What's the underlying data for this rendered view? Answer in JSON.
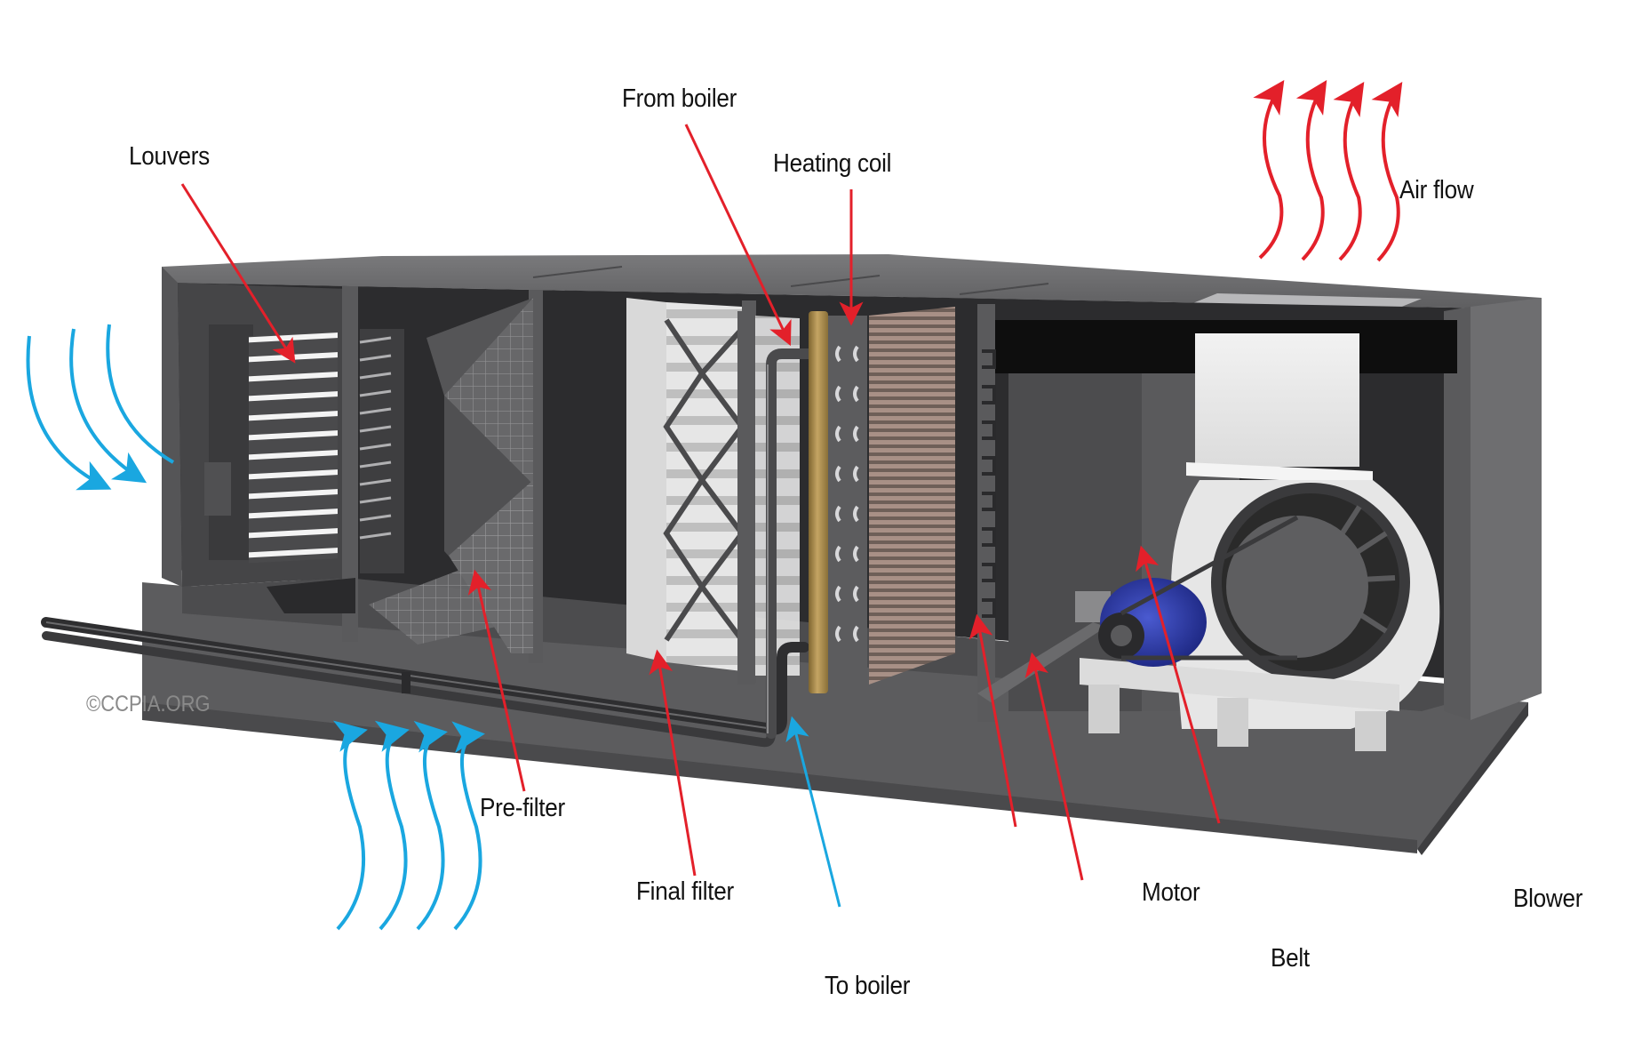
{
  "diagram": {
    "subject": "Air handling unit cutaway",
    "watermark": "©CCPIA.ORG",
    "colors": {
      "callout_arrow": "#e3202a",
      "water_return_arrow": "#1aa7e0",
      "intake_air_arrow": "#1aa7e0",
      "exhaust_air_arrow": "#e3202a",
      "cabinet": "#5a5a5c",
      "cabinet_dark": "#3a3a3c",
      "coil_header": "#a8884a",
      "coil_fins": "#8c7b72",
      "filter_frame": "#d8d8d8",
      "blower": "#e9e9e9",
      "motor": "#2b3a9c"
    },
    "labels": {
      "louvers": "Louvers",
      "from_boiler": "From boiler",
      "heating_coil": "Heating coil",
      "air_flow": "Air flow",
      "pre_filter": "Pre-filter",
      "final_filter": "Final filter",
      "to_boiler": "To boiler",
      "motor": "Motor",
      "belt": "Belt",
      "blower": "Blower"
    },
    "components": [
      {
        "id": "louvers",
        "label": "Louvers",
        "arrow_color": "red"
      },
      {
        "id": "pre_filter",
        "label": "Pre-filter",
        "arrow_color": "red"
      },
      {
        "id": "final_filter",
        "label": "Final filter",
        "arrow_color": "red"
      },
      {
        "id": "from_boiler",
        "label": "From boiler",
        "arrow_color": "red"
      },
      {
        "id": "heating_coil",
        "label": "Heating coil",
        "arrow_color": "red"
      },
      {
        "id": "to_boiler",
        "label": "To boiler",
        "arrow_color": "blue"
      },
      {
        "id": "motor",
        "label": "Motor",
        "arrow_color": "red"
      },
      {
        "id": "belt",
        "label": "Belt",
        "arrow_color": "red"
      },
      {
        "id": "blower",
        "label": "Blower",
        "arrow_color": "red"
      },
      {
        "id": "air_flow",
        "label": "Air flow",
        "arrow_color": "red"
      }
    ],
    "airflow": {
      "intake_side_arrows": 3,
      "intake_bottom_arrows": 4,
      "exhaust_top_arrows": 4
    }
  }
}
